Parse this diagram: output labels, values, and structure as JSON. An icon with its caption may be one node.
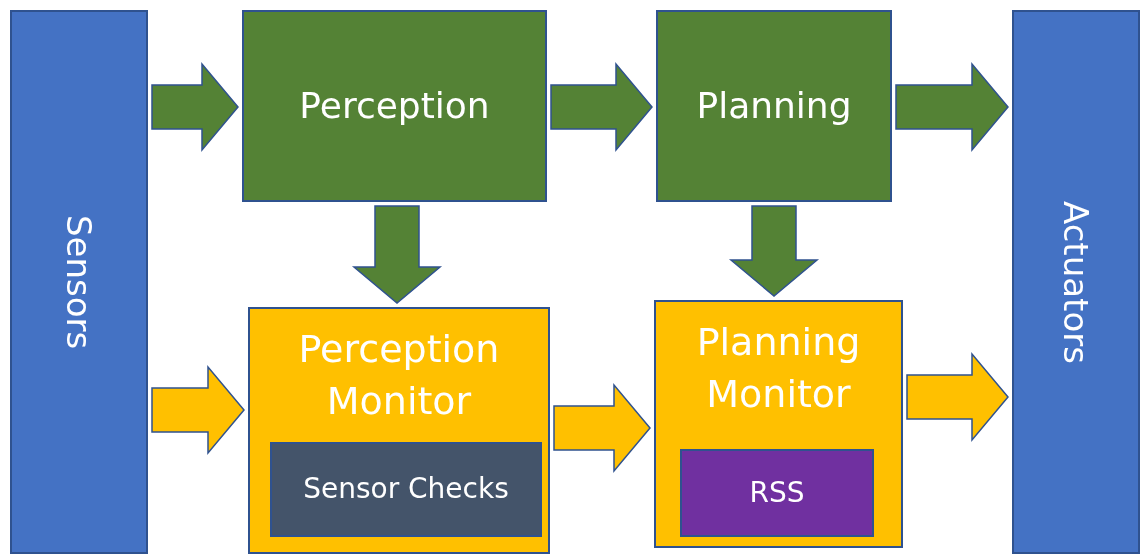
{
  "diagram": {
    "nodes": [
      {
        "text": [
          "Sensors"
        ]
      },
      {
        "text": [
          "Perception"
        ]
      },
      {
        "text": [
          "Planning"
        ]
      },
      {
        "text": [
          "Actuators"
        ]
      },
      {
        "text": [
          "Perception Monitor"
        ]
      },
      {
        "text": [
          "Sensor Checks"
        ],
        "in": 4
      },
      {
        "text": [
          "Planning Monitor"
        ]
      },
      {
        "text": [
          "RSS"
        ],
        "in": 6
      }
    ],
    "edges": [
      {
        "from": 0,
        "to": 1,
        "arrow": "to"
      },
      {
        "from": 1,
        "to": 2,
        "arrow": "to"
      },
      {
        "from": 2,
        "to": 3,
        "arrow": "to"
      },
      {
        "from": 1,
        "to": 4,
        "arrow": "to"
      },
      {
        "from": 2,
        "to": 6,
        "arrow": "to"
      },
      {
        "from": 0,
        "to": 4,
        "arrow": "to",
        "color": "#ffc000"
      },
      {
        "from": 4,
        "to": 6,
        "arrow": "to",
        "color": "#ffc000"
      },
      {
        "from": 6,
        "to": 3,
        "arrow": "to",
        "color": "#ffc000"
      }
    ]
  }
}
